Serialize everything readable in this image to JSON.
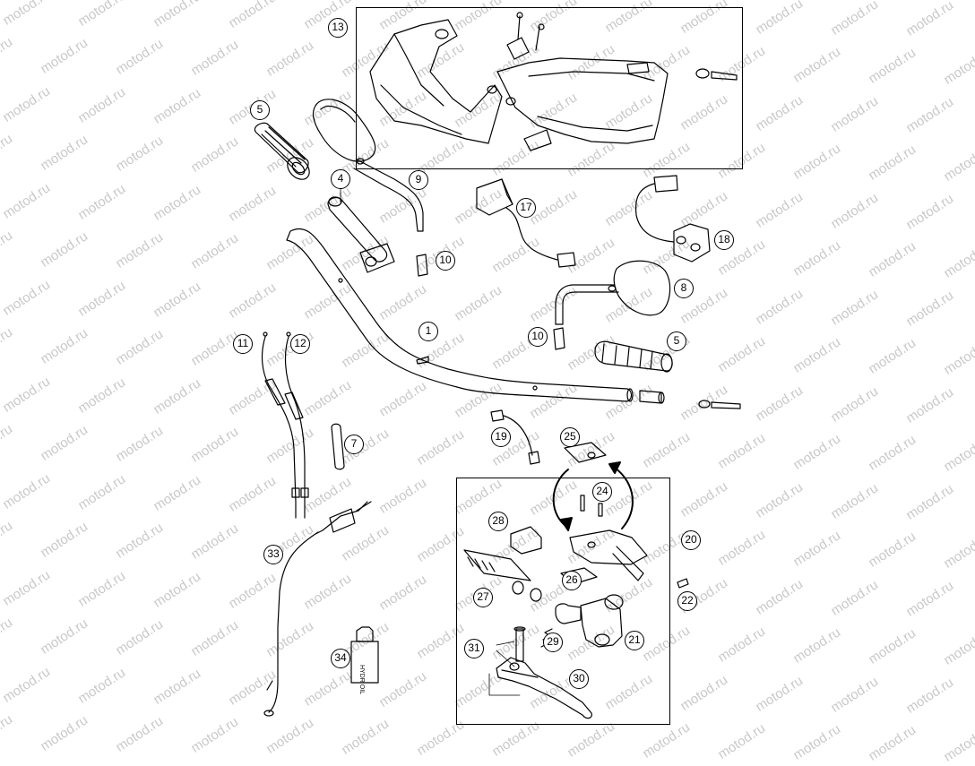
{
  "watermark": {
    "text": "motod.ru"
  },
  "callouts": [
    "1",
    "4",
    "5",
    "5",
    "7",
    "8",
    "9",
    "10",
    "10",
    "11",
    "12",
    "13",
    "17",
    "18",
    "19",
    "20",
    "21",
    "22",
    "24",
    "25",
    "26",
    "27",
    "28",
    "29",
    "30",
    "31",
    "33",
    "34"
  ],
  "product_labels": {
    "oil_bottle": "HYDR OIL"
  }
}
